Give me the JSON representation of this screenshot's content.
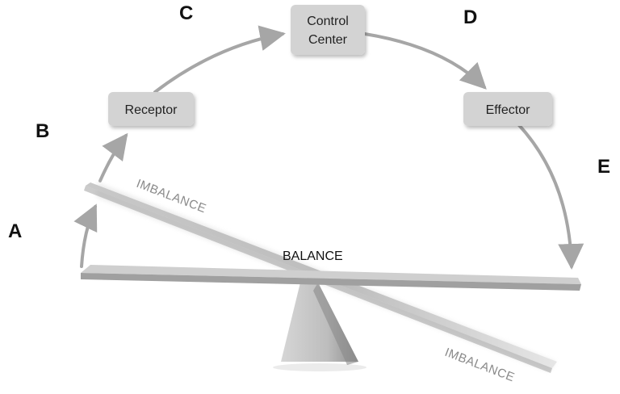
{
  "letters": {
    "a": "A",
    "b": "B",
    "c": "C",
    "d": "D",
    "e": "E"
  },
  "boxes": {
    "receptor": "Receptor",
    "control_center": [
      "Control",
      "Center"
    ],
    "effector": "Effector"
  },
  "balance_label": "BALANCE",
  "imbalance_upper": "IMBALANCE",
  "imbalance_lower": "IMBALANCE",
  "colors": {
    "arrow": "#a6a6a6",
    "box_fill": "#d3d3d3",
    "beam": "#b5b5b5",
    "fulcrum": "#c4c4c4"
  }
}
